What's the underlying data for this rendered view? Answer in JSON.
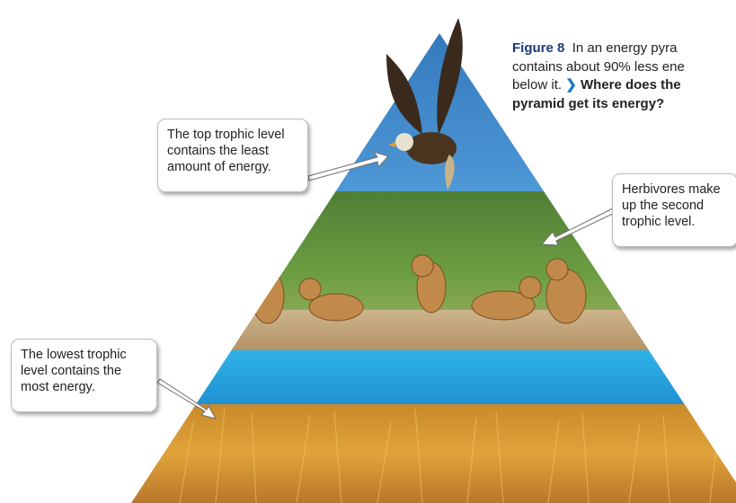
{
  "caption": {
    "figure_label": "Figure 8",
    "line1": "In an energy pyra",
    "line2": "contains about 90% less ene",
    "line3_start": "below it.",
    "question_part1": "Where does the",
    "question_part2": "pyramid get its energy?"
  },
  "callouts": {
    "top": {
      "line1": "The top trophic level",
      "line2": "contains the least",
      "line3": "amount of energy."
    },
    "herbivores": {
      "line1": "Herbivores make",
      "line2": "up the second",
      "line3": "trophic level."
    },
    "lowest": {
      "line1": "The lowest trophic",
      "line2": "level contains the",
      "line3": "most energy."
    }
  },
  "colors": {
    "sky": "#3f86c7",
    "grass_green": "#5a8b3a",
    "dirt": "#c2a57b",
    "water": "#2aa6de",
    "grass_gold": "#d7952f",
    "arrow_fill": "#ffffff",
    "arrow_stroke": "#6c6c6c",
    "caption_accent": "#1a78c8"
  },
  "icons": {
    "eagle": "eagle-icon",
    "prairie_dogs": "prairie-dog-icon",
    "chevron": "chevron-right-icon"
  }
}
